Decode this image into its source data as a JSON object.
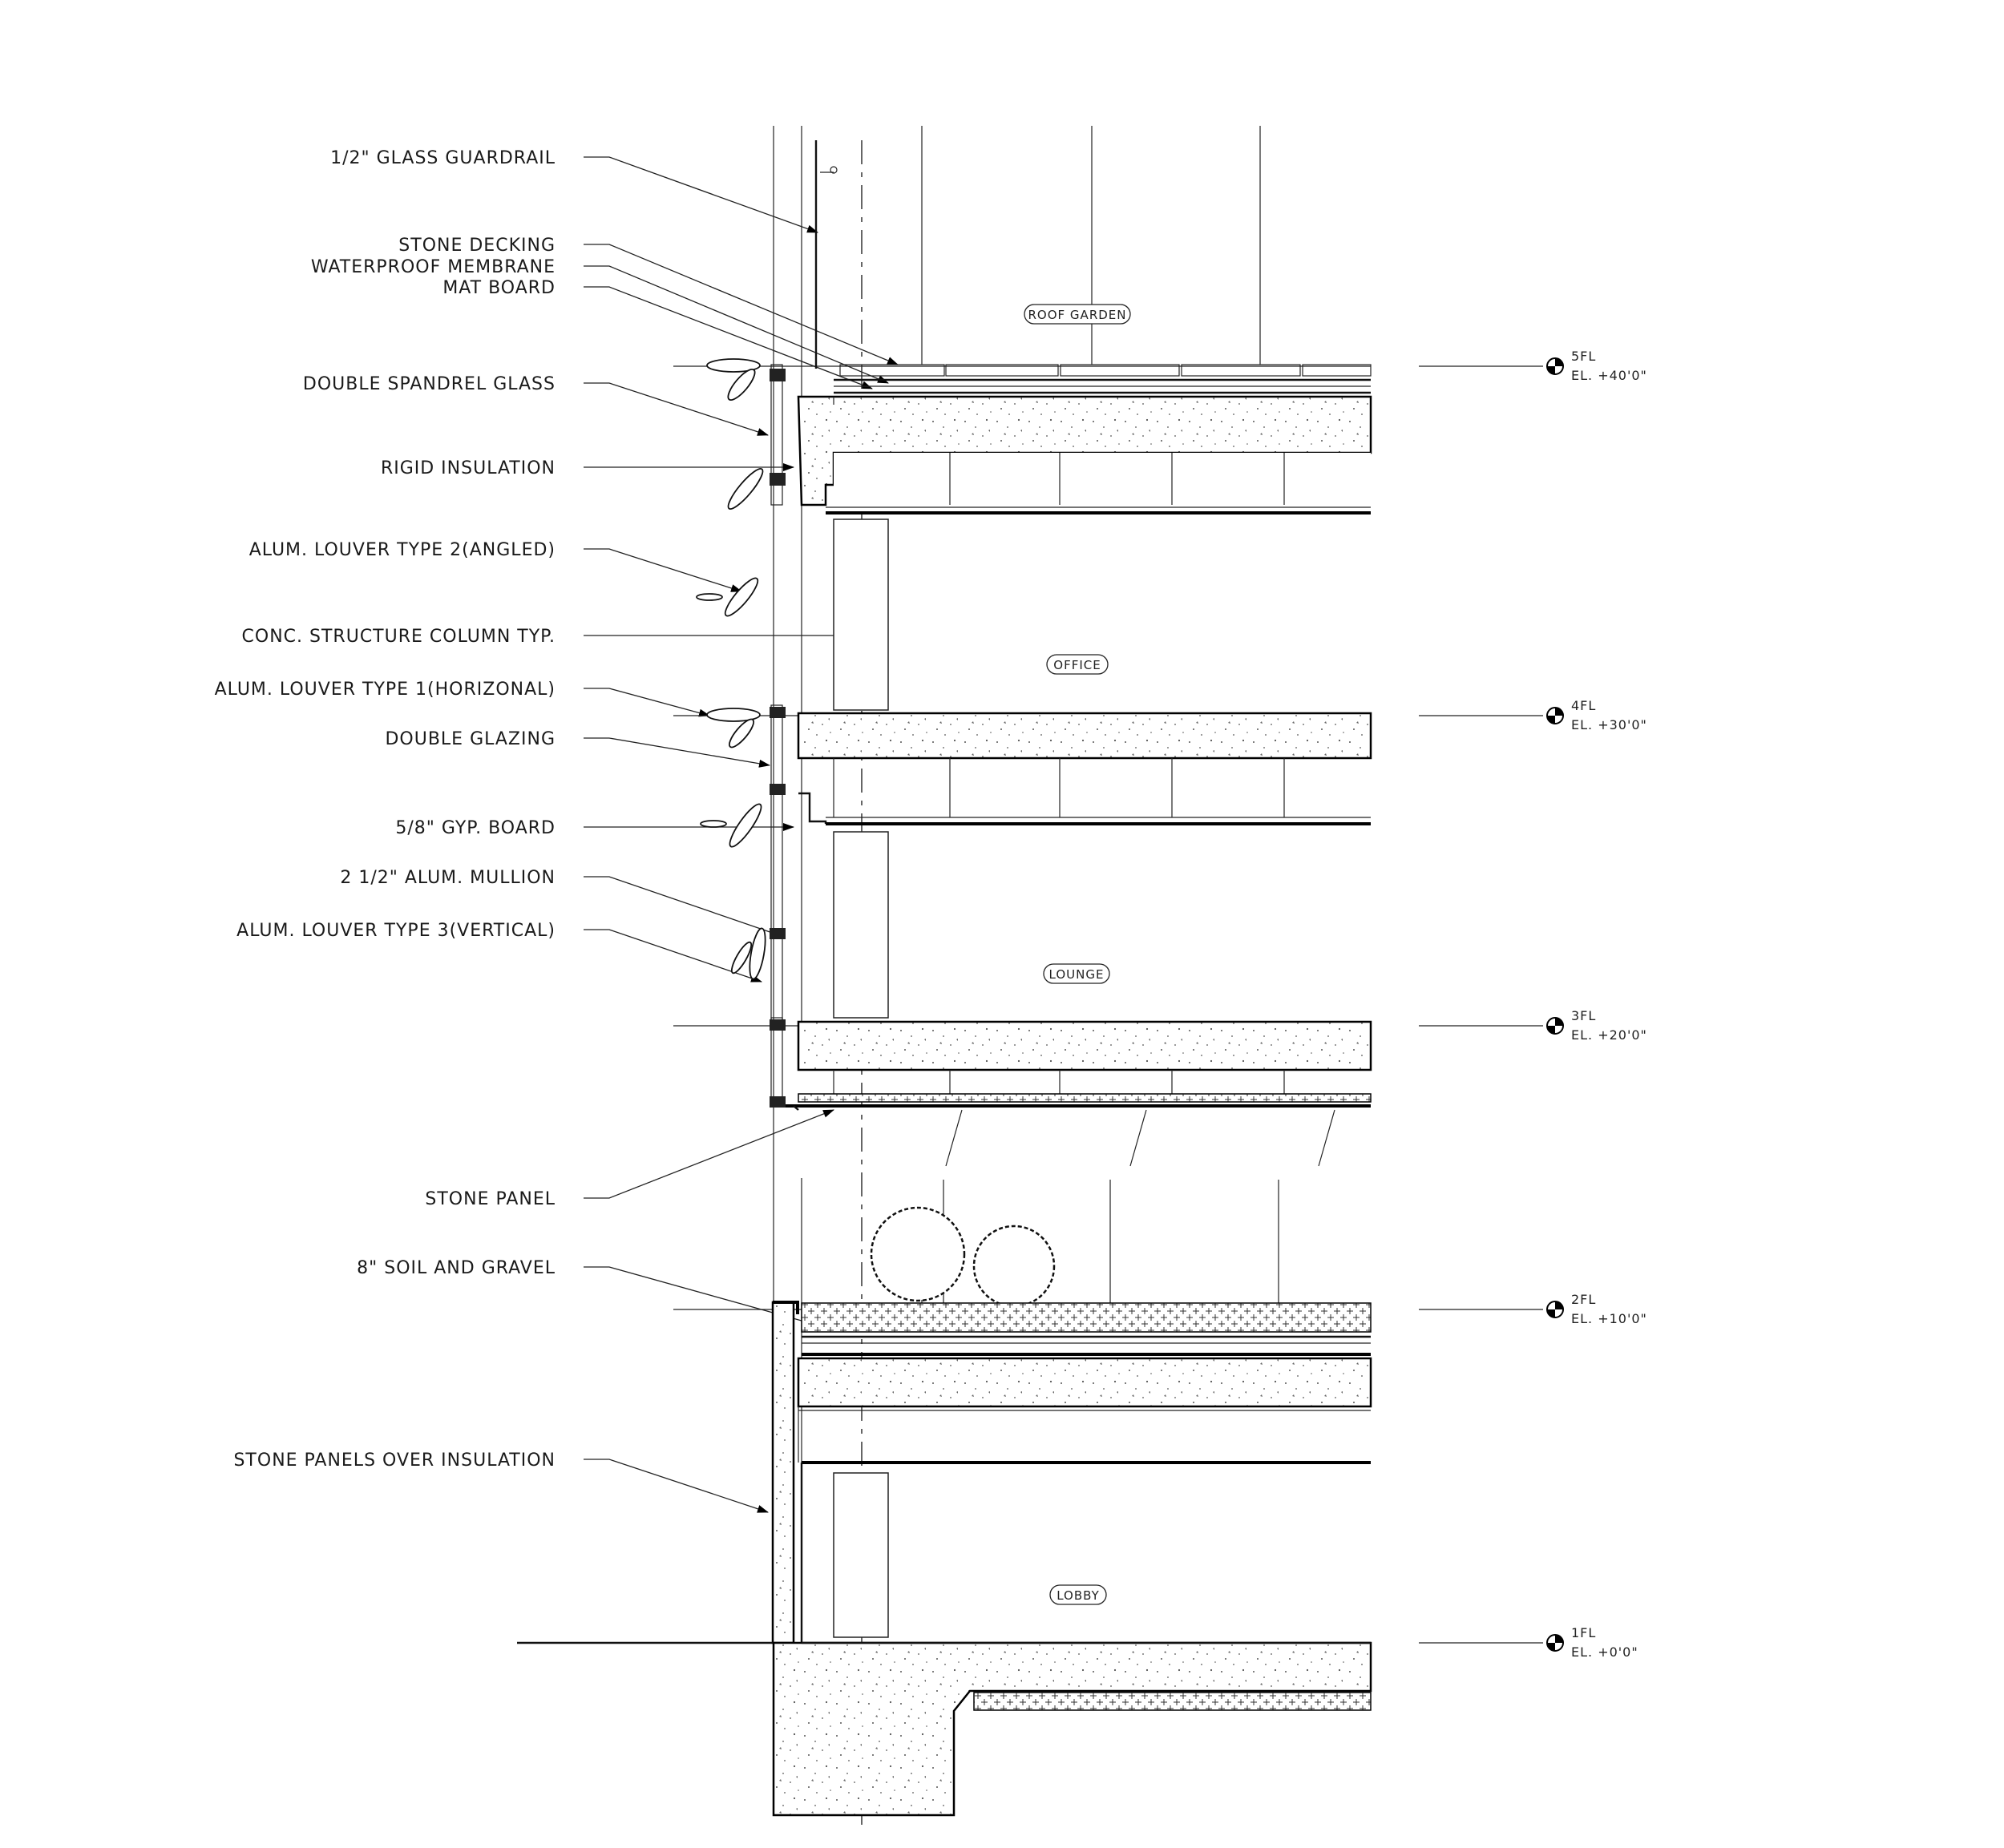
{
  "callouts": [
    {
      "id": "glass-guardrail",
      "text": "1/2\" GLASS GUARDRAIL"
    },
    {
      "id": "stone-decking",
      "text": "STONE DECKING"
    },
    {
      "id": "waterproof-membrane",
      "text": "WATERPROOF MEMBRANE"
    },
    {
      "id": "mat-board",
      "text": "MAT BOARD"
    },
    {
      "id": "double-spandrel-glass",
      "text": "DOUBLE SPANDREL GLASS"
    },
    {
      "id": "rigid-insulation",
      "text": "RIGID INSULATION"
    },
    {
      "id": "louver-type-2",
      "text": "ALUM. LOUVER TYPE 2(ANGLED)"
    },
    {
      "id": "conc-column",
      "text": "CONC. STRUCTURE COLUMN TYP."
    },
    {
      "id": "louver-type-1",
      "text": "ALUM. LOUVER TYPE 1(HORIZONAL)"
    },
    {
      "id": "double-glazing",
      "text": "DOUBLE GLAZING"
    },
    {
      "id": "gyp-board",
      "text": "5/8\" GYP. BOARD"
    },
    {
      "id": "alum-mullion",
      "text": "2 1/2\" ALUM. MULLION"
    },
    {
      "id": "louver-type-3",
      "text": "ALUM. LOUVER TYPE 3(VERTICAL)"
    },
    {
      "id": "stone-panel",
      "text": "STONE PANEL"
    },
    {
      "id": "soil-gravel",
      "text": "8\" SOIL AND GRAVEL"
    },
    {
      "id": "stone-panels-insulation",
      "text": "STONE PANELS OVER INSULATION"
    }
  ],
  "rooms": {
    "roof_garden": "ROOF GARDEN",
    "office": "OFFICE",
    "lounge": "LOUNGE",
    "lobby": "LOBBY"
  },
  "levels": [
    {
      "id": "5fl",
      "name": "5FL",
      "elevation": "EL. +40'0\""
    },
    {
      "id": "4fl",
      "name": "4FL",
      "elevation": "EL. +30'0\""
    },
    {
      "id": "3fl",
      "name": "3FL",
      "elevation": "EL. +20'0\""
    },
    {
      "id": "2fl",
      "name": "2FL",
      "elevation": "EL. +10'0\""
    },
    {
      "id": "1fl",
      "name": "1FL",
      "elevation": "EL. +0'0\""
    }
  ]
}
